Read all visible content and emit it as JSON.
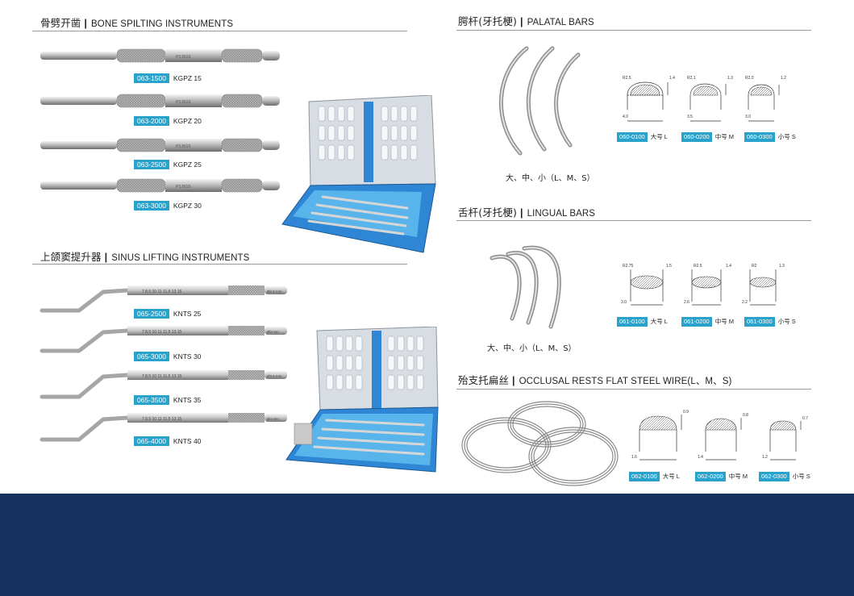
{
  "sections": {
    "bone": {
      "zh": "骨劈开凿",
      "en": "BONE SPILTING INSTRUMENTS"
    },
    "sinus": {
      "zh": "上颌窦提升器",
      "en": "SINUS LIFTING INSTRUMENTS"
    },
    "palatal": {
      "zh": "腭杆(牙托梗)",
      "en": "PALATAL BARS"
    },
    "lingual": {
      "zh": "舌杆(牙托梗)",
      "en": "LINGUAL BARS"
    },
    "occlusal": {
      "zh": "殆支托扁丝",
      "en": "OCCLUSAL RESTS FLAT STEEL WIRE(L、M、S)"
    }
  },
  "bone_items": [
    {
      "code": "063-1500",
      "name": "KGPZ 15"
    },
    {
      "code": "063-2000",
      "name": "KGPZ 20"
    },
    {
      "code": "063-2500",
      "name": "KGPZ 25"
    },
    {
      "code": "063-3000",
      "name": "KGPZ 30"
    }
  ],
  "sinus_items": [
    {
      "code": "065-2500",
      "name": "KNTS 25"
    },
    {
      "code": "065-3000",
      "name": "KNTS 30"
    },
    {
      "code": "065-3500",
      "name": "KNTS 35"
    },
    {
      "code": "065-4000",
      "name": "KNTS 40"
    }
  ],
  "palatal": {
    "caption": "大、中、小（L、M、S）",
    "items": [
      {
        "code": "060-0100",
        "size": "大号 L",
        "r": "R2.5",
        "w": "4.0",
        "h": "1.4"
      },
      {
        "code": "060-0200",
        "size": "中号 M",
        "r": "R2.1",
        "w": "3.5",
        "h": "1.3"
      },
      {
        "code": "060-0300",
        "size": "小号 S",
        "r": "R2.0",
        "w": "3.0",
        "h": "1.2"
      }
    ]
  },
  "lingual": {
    "caption": "大、中、小（L、M、S）",
    "items": [
      {
        "code": "061-0100",
        "size": "大号 L",
        "r": "R2.75",
        "w": "3.0",
        "h": "1.5"
      },
      {
        "code": "061-0200",
        "size": "中号 M",
        "r": "R2.5",
        "w": "2.6",
        "h": "1.4"
      },
      {
        "code": "061-0300",
        "size": "小号 S",
        "r": "R2",
        "w": "2.2",
        "h": "1.3"
      }
    ]
  },
  "occlusal": {
    "items": [
      {
        "code": "062-0100",
        "size": "大号 L",
        "w": "1.6",
        "h": "0.9"
      },
      {
        "code": "062-0200",
        "size": "中号 M",
        "w": "1.4",
        "h": "0.8"
      },
      {
        "code": "062-0300",
        "size": "小号 S",
        "w": "1.2",
        "h": "0.7"
      }
    ]
  },
  "instrument_marks": {
    "bone_shaft_text": "PS BGS",
    "sinus_scale": "7 8.5 10  11 11.5 13 15",
    "sinus_tips": [
      "Ø2.5 mm",
      "Ø3 mm",
      "Ø3.5 mm",
      "Ø4 mm"
    ]
  },
  "colors": {
    "accent": "#29a3cc",
    "footer": "#15305f",
    "tray_blue": "#2e86d4"
  }
}
